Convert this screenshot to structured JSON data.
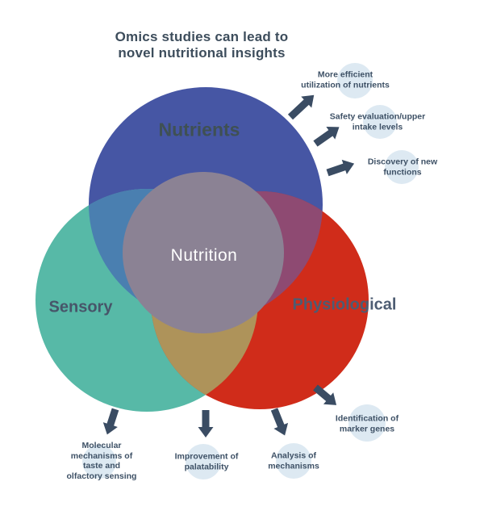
{
  "title": "Omics studies can lead to\nnovel nutritional insights",
  "venn": {
    "center_label": "Nutrition",
    "circles": {
      "nutrients": {
        "label": "Nutrients",
        "color": "#4656a4"
      },
      "sensory": {
        "label": "Sensory",
        "color": "#57b9a7"
      },
      "physiological": {
        "label": "Physiological",
        "color": "#d02c1a"
      }
    },
    "overlaps": {
      "nutrients_sensory": "#4a7fb0",
      "nutrients_physiological": "#8e4a72",
      "sensory_physiological": "#ae935a",
      "center_circle": "#8b8294"
    }
  },
  "annotations": {
    "more_efficient": "More efficient\nutilization of nutrients",
    "safety": "Safety evaluation/upper\nintake levels",
    "discovery": "Discovery of new\nfunctions",
    "molecular": "Molecular\nmechanisms of\ntaste and\nolfactory sensing",
    "improvement": "Improvement of\npalatability",
    "analysis": "Analysis of\nmechanisms",
    "identification": "Identification of\nmarker genes"
  },
  "colors": {
    "background": "#ffffff",
    "title_text": "#3d4d5c",
    "annotation_text": "#3e5166",
    "arrow": "#3a4c63",
    "annotation_bubble": "#dde9f2",
    "label_nutrients": "#3f5053",
    "label_sensory": "#475569",
    "label_physiological": "#4d5c72",
    "label_nutrition": "#ffffff"
  }
}
